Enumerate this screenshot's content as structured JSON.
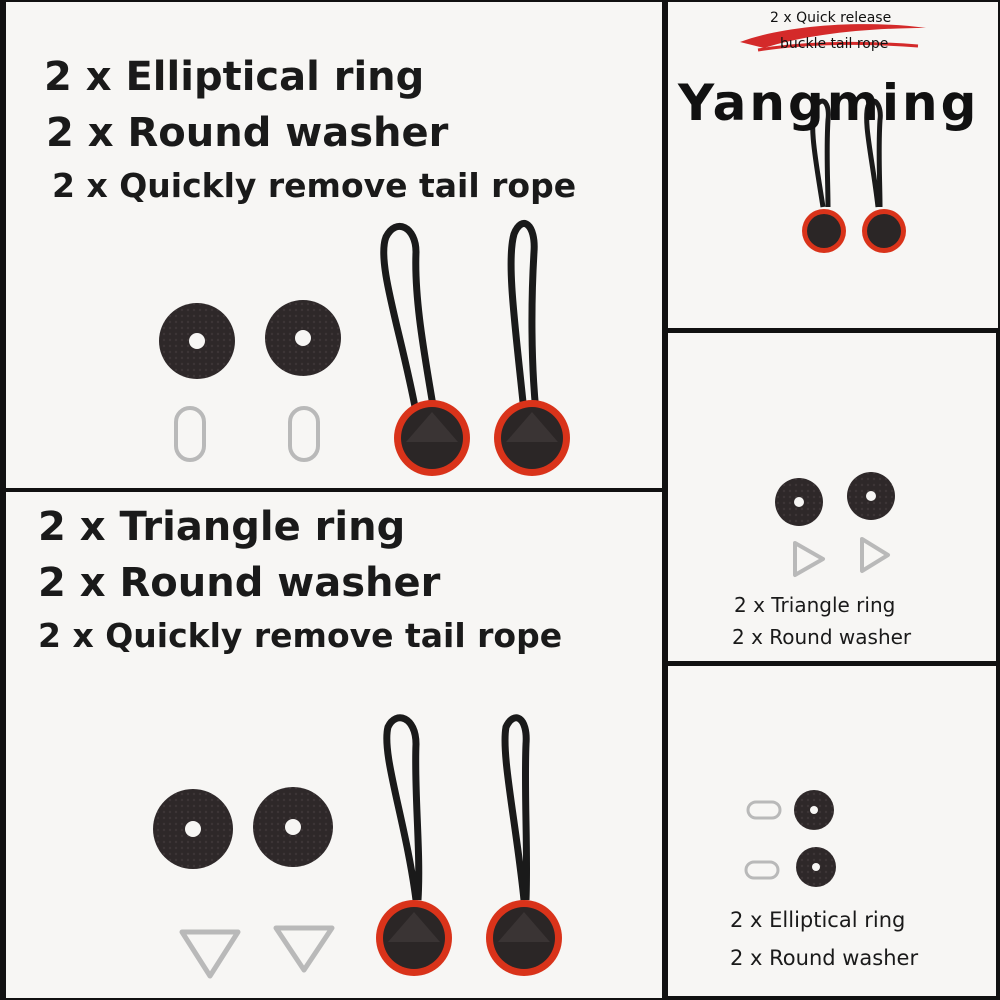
{
  "panels": {
    "top_left": {
      "lines": [
        "2 x Elliptical ring",
        "2 x Round washer",
        "2 x Quickly remove tail rope"
      ]
    },
    "bottom_left": {
      "lines": [
        "2 x Triangle ring",
        "2 x Round washer",
        "2 x Quickly remove tail rope"
      ]
    },
    "top_right": {
      "caption": [
        "2 x Quick release",
        "buckle tail rope"
      ],
      "logo": "Yangming"
    },
    "middle_right": {
      "lines": [
        "2 x Triangle ring",
        "2 x Round washer"
      ]
    },
    "bottom_right": {
      "lines": [
        "2 x Elliptical ring",
        "2 x Round washer"
      ]
    }
  },
  "colors": {
    "background": "#f7f6f4",
    "divider": "#111111",
    "washer": "#2e2829",
    "rope": "#1a1a1a",
    "buckle_rim": "#d9331a",
    "buckle_face": "#2b2626",
    "logo_swoosh": "#d42a2a",
    "ring_metal": "#b9b9b9"
  }
}
